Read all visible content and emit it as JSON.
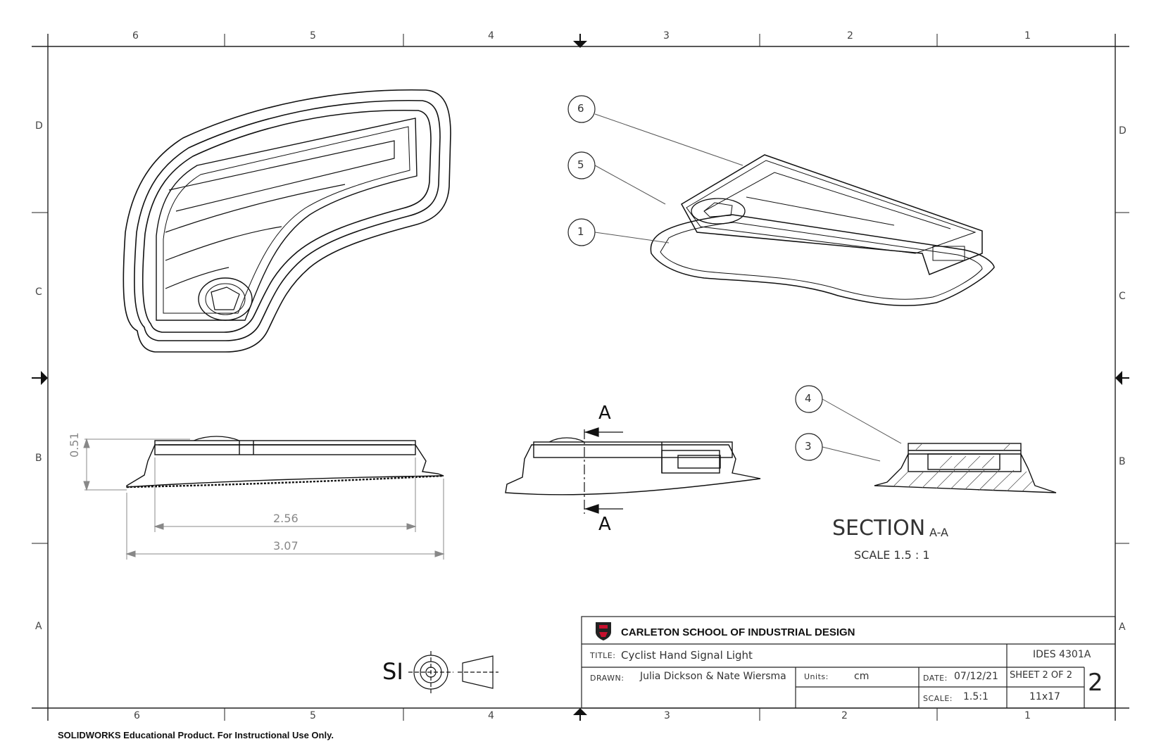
{
  "zones": {
    "top_columns": [
      "6",
      "5",
      "4",
      "3",
      "2",
      "1"
    ],
    "bottom_columns": [
      "6",
      "5",
      "4",
      "3",
      "2",
      "1"
    ],
    "left_rows": [
      "D",
      "C",
      "B",
      "A"
    ],
    "right_rows": [
      "D",
      "C",
      "B",
      "A"
    ]
  },
  "balloons": [
    "6",
    "5",
    "1",
    "4",
    "3"
  ],
  "dimensions": {
    "height": "0.51",
    "inner_width": "2.56",
    "overall_width": "3.07"
  },
  "section": {
    "arrow_label": "A",
    "title": "SECTION",
    "title_suffix": "A-A",
    "scale": "SCALE 1.5 : 1"
  },
  "projection": {
    "label": "SI"
  },
  "title_block": {
    "school": "CARLETON SCHOOL OF INDUSTRIAL DESIGN",
    "title_caption": "TITLE:",
    "title": "Cyclist Hand Signal Light",
    "course": "IDES 4301A",
    "drawn_caption": "DRAWN:",
    "drawn": "Julia Dickson & Nate Wiersma",
    "units_caption": "Units:",
    "units": "cm",
    "date_caption": "DATE:",
    "date": "07/12/21",
    "sheet": "SHEET  2  OF  2",
    "sheet_number": "2",
    "scale_caption": "SCALE:",
    "scale": "1.5:1",
    "paper": "11x17"
  },
  "footer": "SOLIDWORKS Educational Product. For Instructional Use Only."
}
